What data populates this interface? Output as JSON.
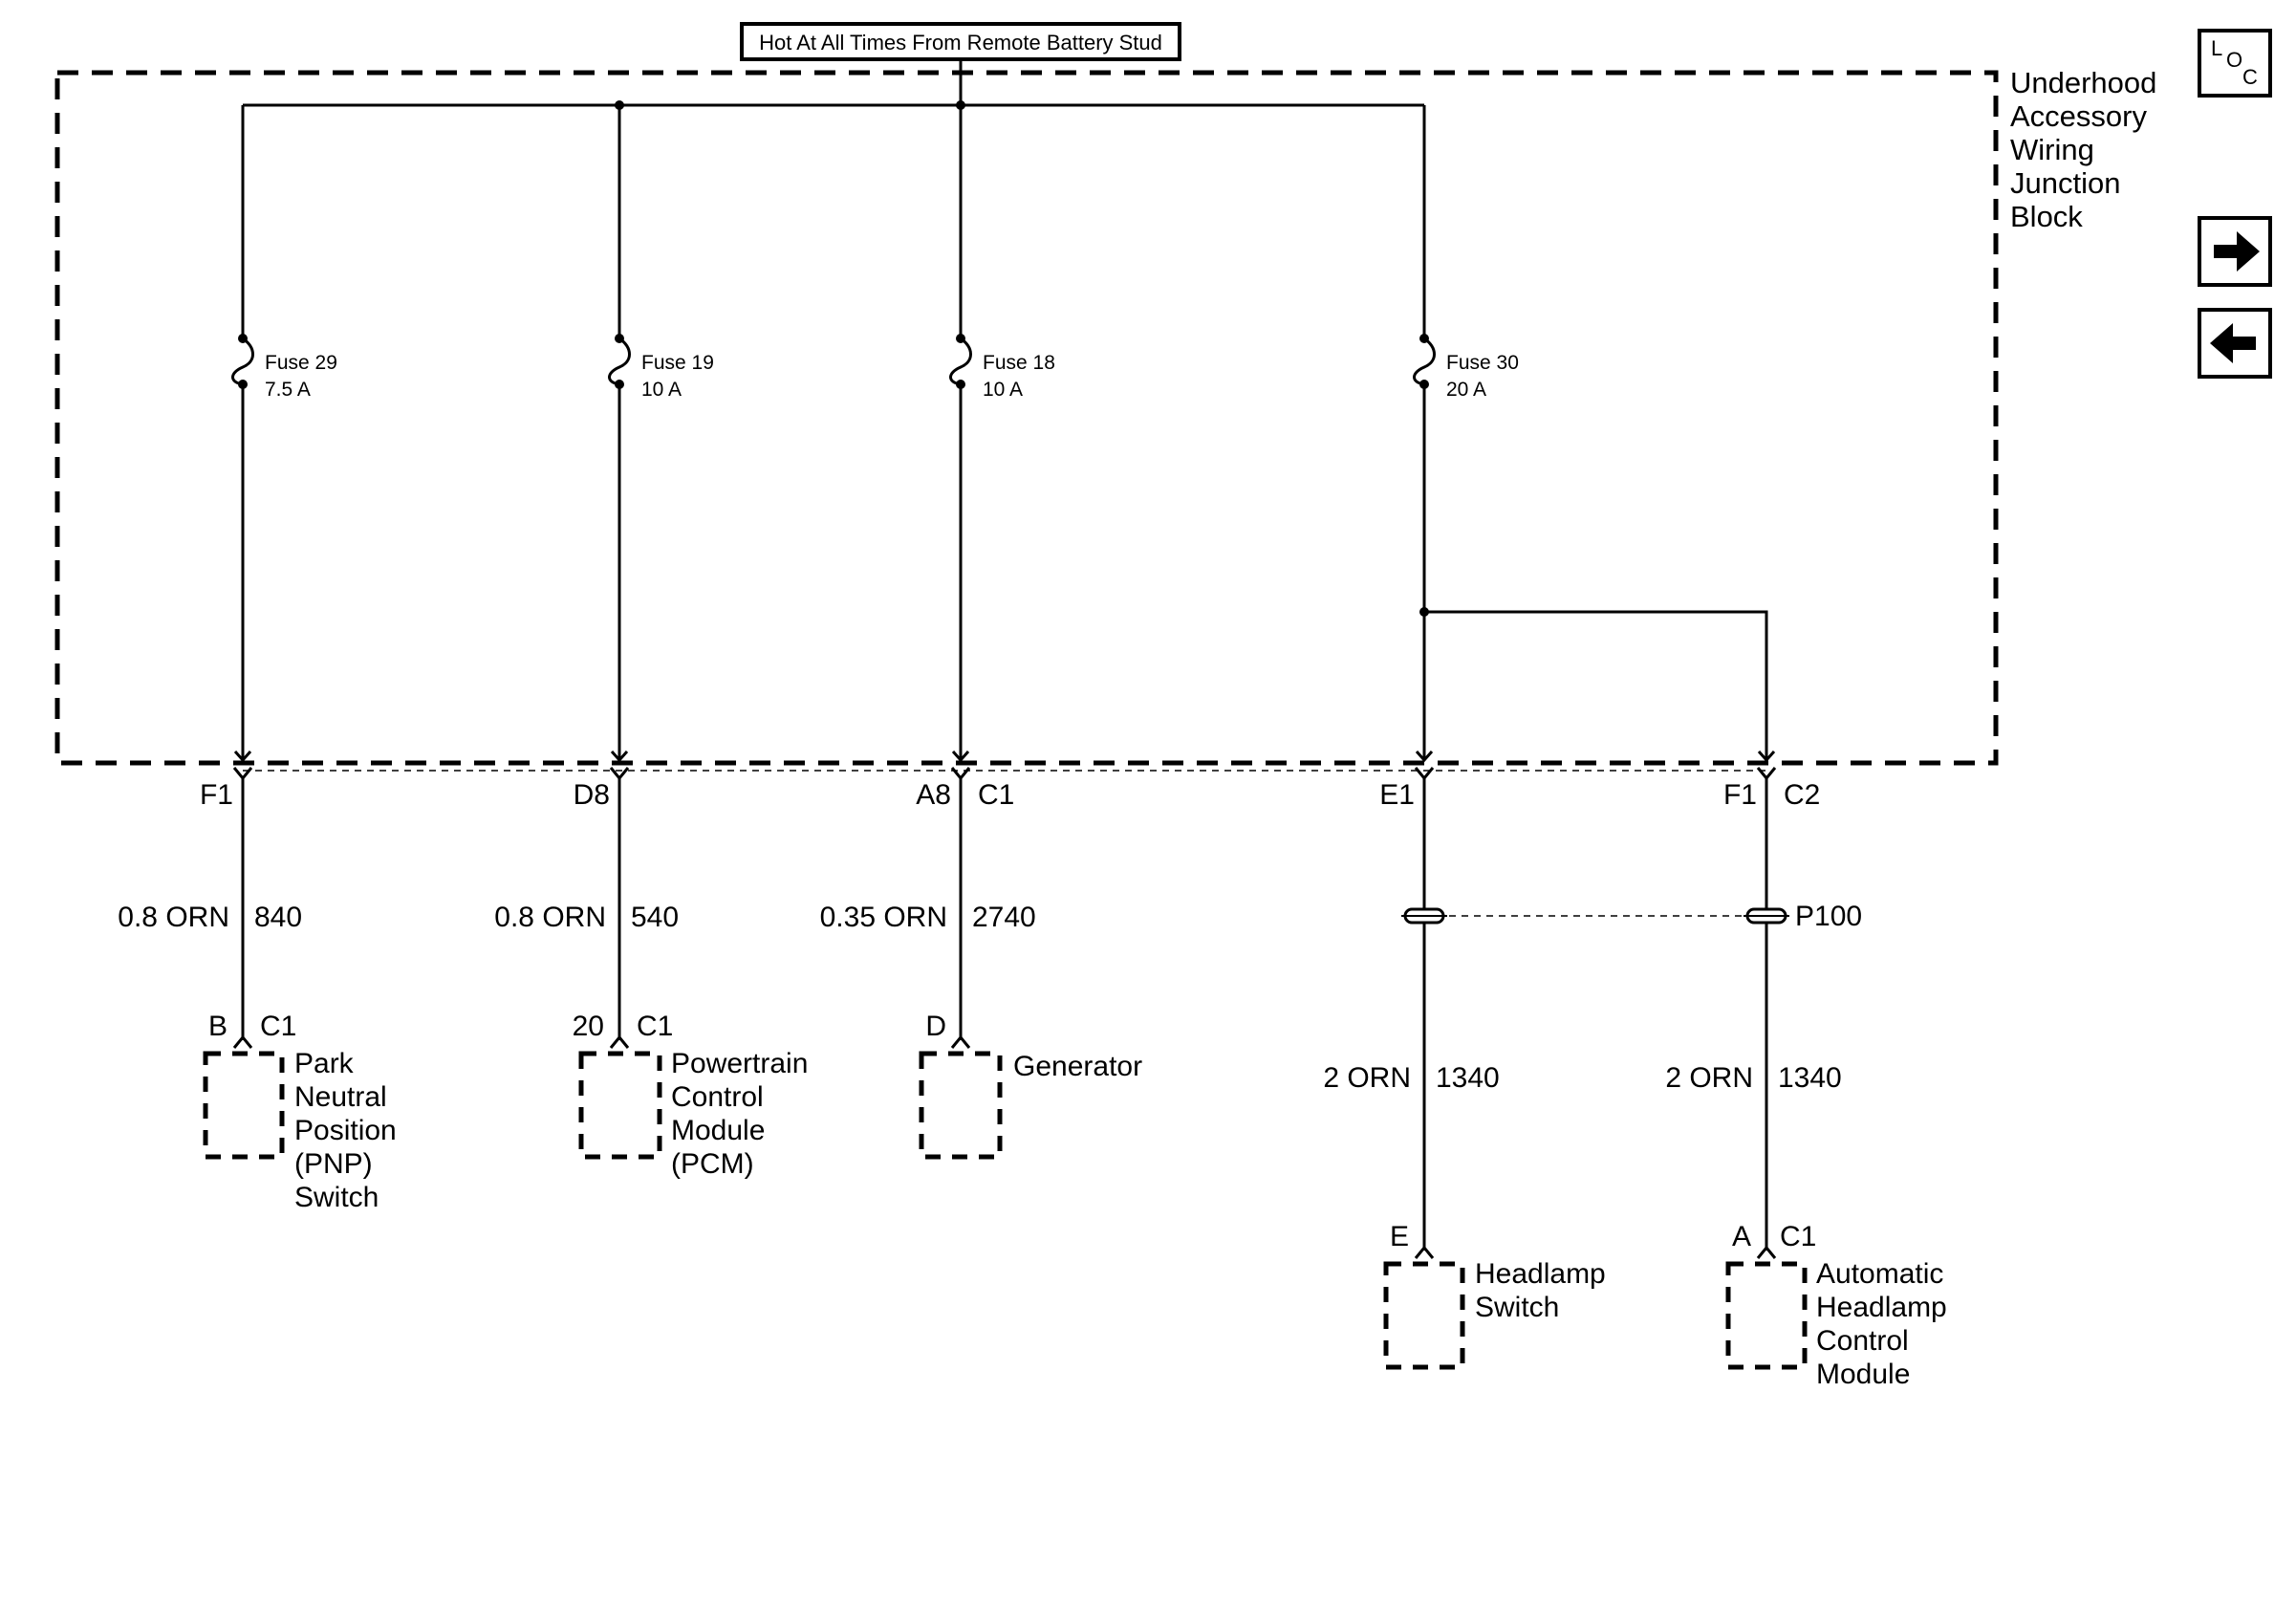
{
  "header": {
    "source_label": "Hot At All Times From Remote Battery Stud"
  },
  "junction_block": {
    "label_lines": [
      "Underhood",
      "Accessory",
      "Wiring",
      "Junction",
      "Block"
    ]
  },
  "nav": {
    "loc_l": "L",
    "loc_o": "O",
    "loc_c": "C",
    "next": "next-arrow",
    "prev": "prev-arrow"
  },
  "fuses": [
    {
      "name": "Fuse 29",
      "rating": "7.5 A"
    },
    {
      "name": "Fuse 19",
      "rating": "10 A"
    },
    {
      "name": "Fuse 18",
      "rating": "10 A"
    },
    {
      "name": "Fuse 30",
      "rating": "20 A"
    }
  ],
  "junction_pins": [
    {
      "pin": "F1",
      "connector": ""
    },
    {
      "pin": "D8",
      "connector": ""
    },
    {
      "pin": "A8",
      "connector": "C1"
    },
    {
      "pin": "E1",
      "connector": ""
    },
    {
      "pin": "F1",
      "connector": "C2"
    }
  ],
  "wires": [
    {
      "gauge_color": "0.8 ORN",
      "circuit": "840"
    },
    {
      "gauge_color": "0.8 ORN",
      "circuit": "540"
    },
    {
      "gauge_color": "0.35 ORN",
      "circuit": "2740"
    },
    {
      "gauge_color": "2 ORN",
      "circuit": "1340"
    },
    {
      "gauge_color": "2 ORN",
      "circuit": "1340"
    }
  ],
  "splice": {
    "label": "P100"
  },
  "components": [
    {
      "pin": "B",
      "connector": "C1",
      "label_lines": [
        "Park",
        "Neutral",
        "Position",
        "(PNP)",
        "Switch"
      ]
    },
    {
      "pin": "20",
      "connector": "C1",
      "label_lines": [
        "Powertrain",
        "Control",
        "Module",
        "(PCM)"
      ]
    },
    {
      "pin": "D",
      "connector": "",
      "label_lines": [
        "Generator"
      ]
    },
    {
      "pin": "E",
      "connector": "",
      "label_lines": [
        "Headlamp",
        "Switch"
      ]
    },
    {
      "pin": "A",
      "connector": "C1",
      "label_lines": [
        "Automatic",
        "Headlamp",
        "Control",
        "Module"
      ]
    }
  ]
}
